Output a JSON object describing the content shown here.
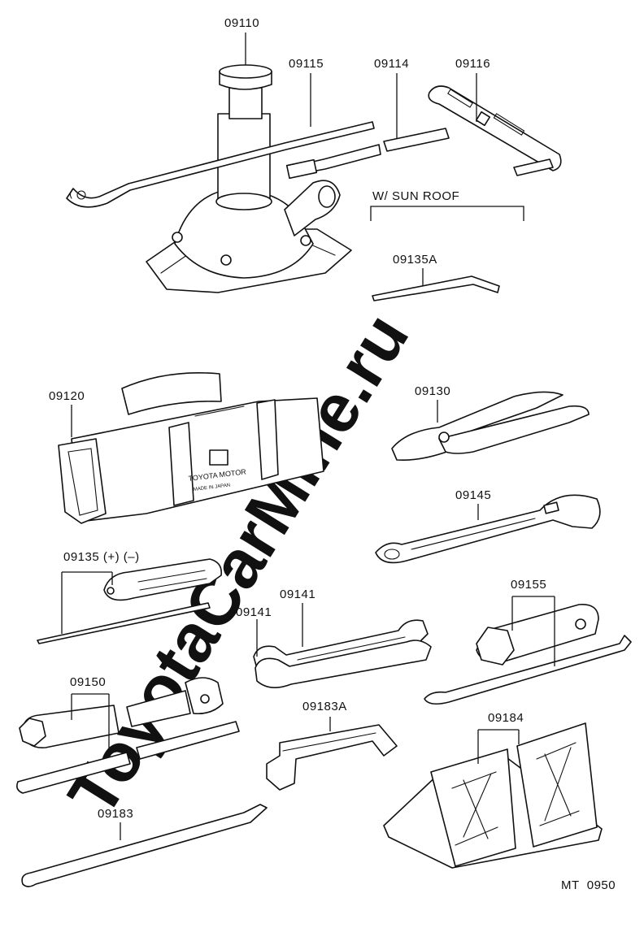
{
  "watermark": "ToyotaCarMine.ru",
  "note_sun_roof": "W/ SUN ROOF",
  "bag_text": {
    "brand": "TOYOTA MOTOR",
    "origin": "MADE IN JAPAN"
  },
  "figure_code": "MT  0950",
  "parts": [
    {
      "id": "jack",
      "label": "09110"
    },
    {
      "id": "jack-handle-rod",
      "label": "09115"
    },
    {
      "id": "jack-handle-extension",
      "label": "09114"
    },
    {
      "id": "jack-handle-lever",
      "label": "09116"
    },
    {
      "id": "sunroof-wrench",
      "label": "09135A"
    },
    {
      "id": "tool-bag",
      "label": "09120"
    },
    {
      "id": "pliers",
      "label": "09130"
    },
    {
      "id": "adjustable-wrench",
      "label": "09145"
    },
    {
      "id": "screwdriver",
      "label": "09135 (+) (–)"
    },
    {
      "id": "open-end-wrench-a",
      "label": "09141"
    },
    {
      "id": "open-end-wrench-b",
      "label": "09141"
    },
    {
      "id": "wheel-nut-wrench",
      "label": "09155"
    },
    {
      "id": "spark-plug-wrench",
      "label": "09150"
    },
    {
      "id": "hub-nut-clip",
      "label": "09183A"
    },
    {
      "id": "wheel-chocks",
      "label": "09184"
    },
    {
      "id": "hub-cap-remover",
      "label": "09183"
    }
  ]
}
